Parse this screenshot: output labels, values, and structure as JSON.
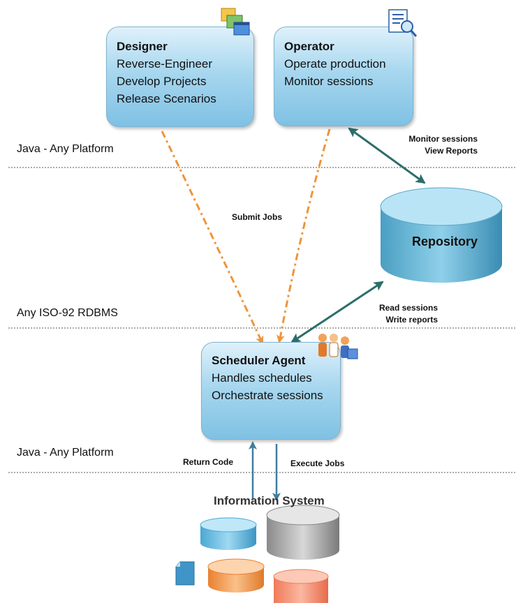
{
  "designer": {
    "title": "Designer",
    "lines": [
      "Reverse-Engineer",
      "Develop Projects",
      "Release Scenarios"
    ]
  },
  "operator": {
    "title": "Operator",
    "lines": [
      "Operate production",
      "Monitor sessions"
    ]
  },
  "agent": {
    "title": "Scheduler Agent",
    "lines": [
      "Handles schedules",
      "Orchestrate sessions"
    ]
  },
  "repository": {
    "title": "Repository"
  },
  "information_system": {
    "title": "Information System"
  },
  "zones": {
    "top": "Java - Any Platform",
    "middle": "Any ISO-92 RDBMS",
    "bottom": "Java - Any Platform"
  },
  "flows": {
    "submit_jobs": "Submit Jobs",
    "monitor": [
      "Monitor sessions",
      "View Reports"
    ],
    "read_write": [
      "Read sessions",
      "Write reports"
    ],
    "return_code": "Return Code",
    "execute_jobs": "Execute Jobs"
  },
  "icons": {
    "designer": "windows-stack-icon",
    "operator": "document-magnifier-icon",
    "agent": "people-group-icon",
    "file": "document-icon"
  },
  "colors": {
    "box_border": "#7fb2cf",
    "dashed_flow": "#f0943a",
    "sync_arrow": "#2c6e6a",
    "agent_arrows": "#3f7e9e",
    "db_blue": "#5fb6dc",
    "db_gray": "#9a9a9a",
    "db_orange": "#f39a4c",
    "db_salmon": "#f58a6a"
  }
}
